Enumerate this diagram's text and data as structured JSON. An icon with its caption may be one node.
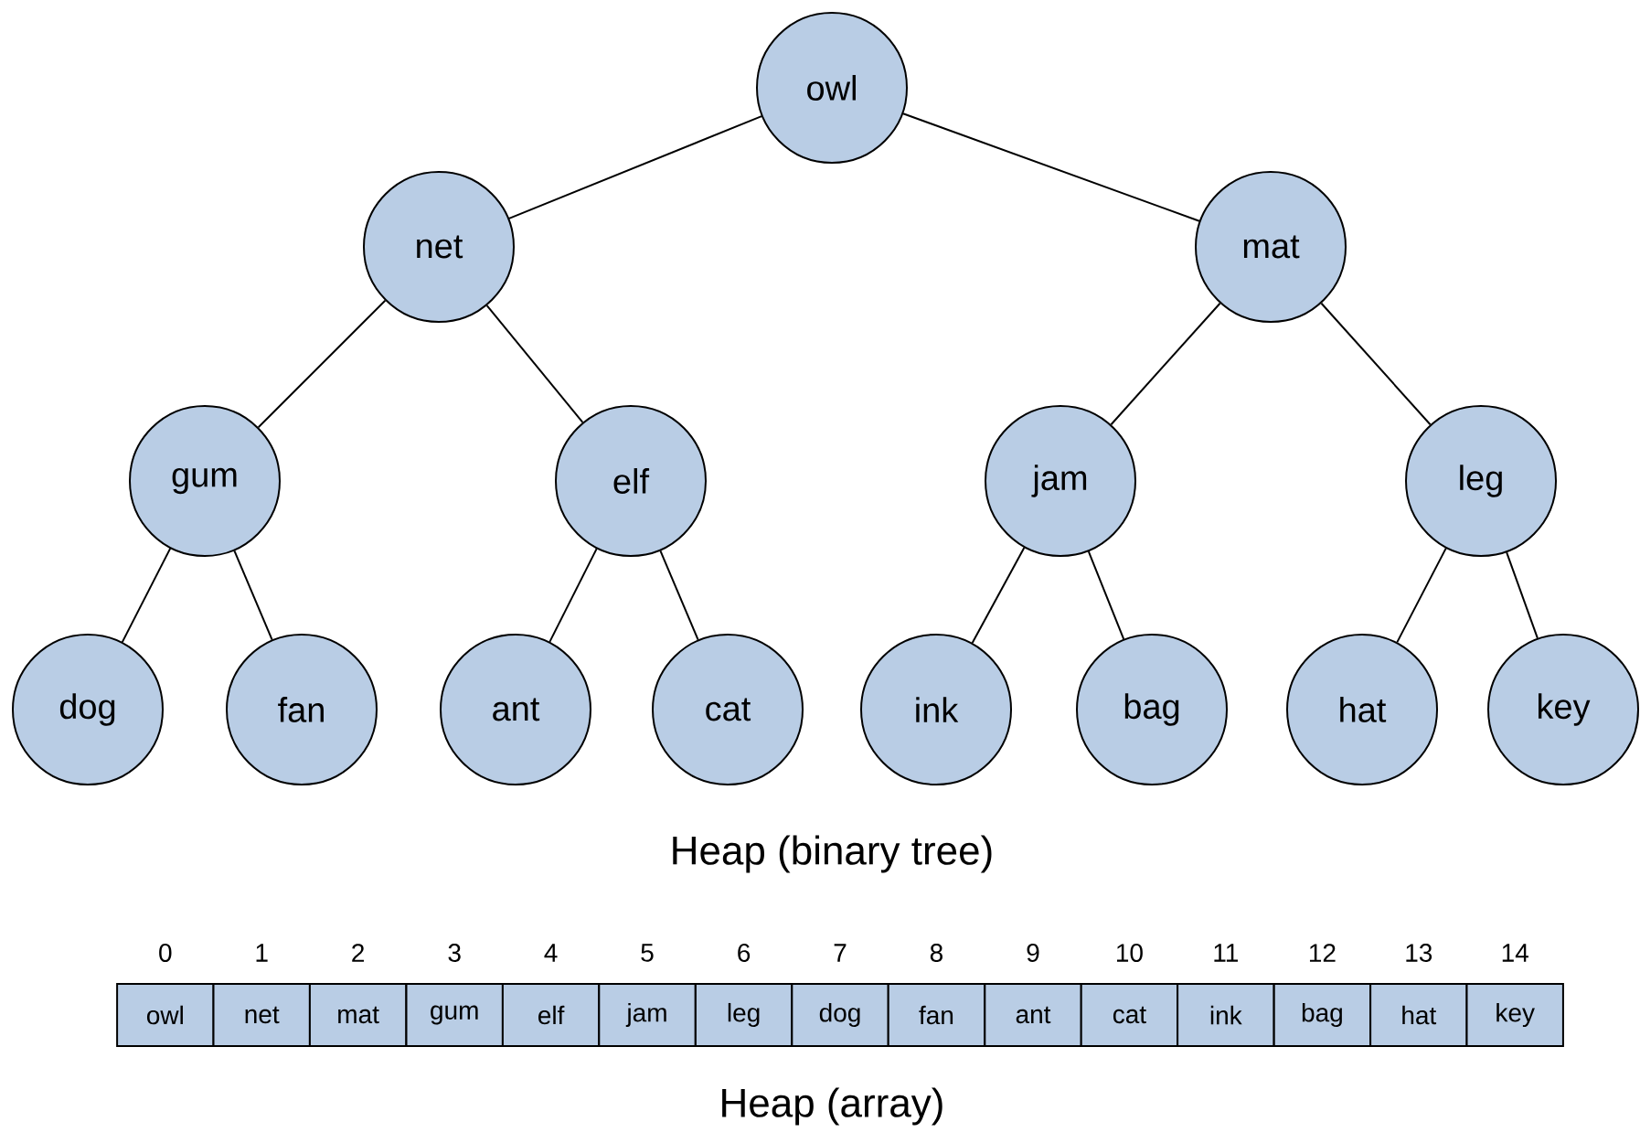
{
  "diagram": {
    "nodes": [
      {
        "text": [
          "owl"
        ]
      },
      {
        "text": [
          "net"
        ]
      },
      {
        "text": [
          "mat"
        ]
      },
      {
        "text": [
          "gum"
        ]
      },
      {
        "text": [
          "elf"
        ]
      },
      {
        "text": [
          "jam"
        ]
      },
      {
        "text": [
          "leg"
        ]
      },
      {
        "text": [
          "dog"
        ]
      },
      {
        "text": [
          "fan"
        ]
      },
      {
        "text": [
          "ant"
        ]
      },
      {
        "text": [
          "cat"
        ]
      },
      {
        "text": [
          "ink"
        ]
      },
      {
        "text": [
          "bag"
        ]
      },
      {
        "text": [
          "hat"
        ]
      },
      {
        "text": [
          "key"
        ]
      },
      {
        "text": [
          "owl"
        ]
      },
      {
        "text": [
          "net"
        ]
      },
      {
        "text": [
          "mat"
        ]
      },
      {
        "text": [
          "gum"
        ]
      },
      {
        "text": [
          "elf"
        ]
      },
      {
        "text": [
          "jam"
        ]
      },
      {
        "text": [
          "leg"
        ]
      },
      {
        "text": [
          "dog"
        ]
      },
      {
        "text": [
          "fan"
        ]
      },
      {
        "text": [
          "ant"
        ]
      },
      {
        "text": [
          "cat"
        ]
      },
      {
        "text": [
          "ink"
        ]
      },
      {
        "text": [
          "bag"
        ]
      },
      {
        "text": [
          "hat"
        ]
      },
      {
        "text": [
          "key"
        ]
      }
    ],
    "edges": [
      {
        "from": 0,
        "to": 1,
        "arrow": "none"
      },
      {
        "from": 0,
        "to": 2,
        "arrow": "none"
      },
      {
        "from": 1,
        "to": 3,
        "arrow": "none"
      },
      {
        "from": 1,
        "to": 4,
        "arrow": "none"
      },
      {
        "from": 2,
        "to": 5,
        "arrow": "none"
      },
      {
        "from": 2,
        "to": 6,
        "arrow": "none"
      },
      {
        "from": 3,
        "to": 7,
        "arrow": "none"
      },
      {
        "from": 3,
        "to": 8,
        "arrow": "none"
      },
      {
        "from": 4,
        "to": 9,
        "arrow": "none"
      },
      {
        "from": 4,
        "to": 10,
        "arrow": "none"
      },
      {
        "from": 5,
        "to": 11,
        "arrow": "none"
      },
      {
        "from": 5,
        "to": 12,
        "arrow": "none"
      },
      {
        "from": 6,
        "to": 13,
        "arrow": "none"
      },
      {
        "from": 6,
        "to": 14,
        "arrow": "none"
      }
    ],
    "labels": [
      "Heap (binary tree)",
      "0",
      "1",
      "2",
      "3",
      "4",
      "5",
      "6",
      "7",
      "8",
      "9",
      "10",
      "11",
      "12",
      "13",
      "14",
      "Heap (array)"
    ]
  }
}
